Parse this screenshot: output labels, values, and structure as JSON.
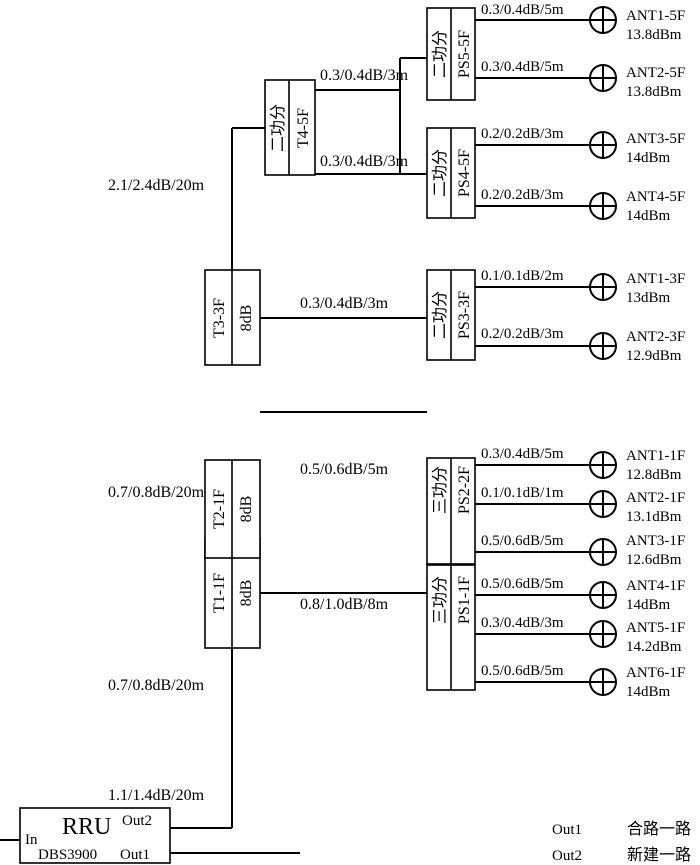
{
  "rru": {
    "name": "RRU",
    "model": "DBS3900",
    "in_port": "In",
    "out1_port": "Out1",
    "out2_port": "Out2"
  },
  "legend": [
    {
      "port": "Out1",
      "desc": "合路一路"
    },
    {
      "port": "Out2",
      "desc": "新建一路"
    }
  ],
  "trunk_losses": [
    "1.1/1.4dB/20m",
    "0.7/0.8dB/20m",
    "0.7/0.8dB/20m",
    "2.1/2.4dB/20m"
  ],
  "couplers": [
    {
      "name": "T1-1F",
      "rating": "8dB"
    },
    {
      "name": "T2-1F",
      "rating": "8dB"
    },
    {
      "name": "T3-3F",
      "rating": "8dB"
    },
    {
      "name": "T4-5F",
      "rating": "二功分"
    }
  ],
  "branches": [
    {
      "loss": "0.8/1.0dB/8m"
    },
    {
      "loss": "0.5/0.6dB/5m"
    },
    {
      "loss": "0.3/0.4dB/3m"
    },
    {
      "loss": "0.3/0.4dB/3m"
    },
    {
      "loss": "0.3/0.4dB/3m"
    }
  ],
  "splitters": [
    {
      "name": "PS1-1F",
      "type": "三功分"
    },
    {
      "name": "PS2-2F",
      "type": "三功分"
    },
    {
      "name": "PS3-3F",
      "type": "二功分"
    },
    {
      "name": "PS4-5F",
      "type": "二功分"
    },
    {
      "name": "PS5-5F",
      "type": "二功分"
    }
  ],
  "antennas": [
    {
      "loss": "0.3/0.4dB/5m",
      "name": "ANT1-5F",
      "power": "13.8dBm"
    },
    {
      "loss": "0.3/0.4dB/5m",
      "name": "ANT2-5F",
      "power": "13.8dBm"
    },
    {
      "loss": "0.2/0.2dB/3m",
      "name": "ANT3-5F",
      "power": "14dBm"
    },
    {
      "loss": "0.2/0.2dB/3m",
      "name": "ANT4-5F",
      "power": "14dBm"
    },
    {
      "loss": "0.1/0.1dB/2m",
      "name": "ANT1-3F",
      "power": "13dBm"
    },
    {
      "loss": "0.2/0.2dB/3m",
      "name": "ANT2-3F",
      "power": "12.9dBm"
    },
    {
      "loss": "0.3/0.4dB/5m",
      "name": "ANT1-1F",
      "power": "12.8dBm"
    },
    {
      "loss": "0.1/0.1dB/1m",
      "name": "ANT2-1F",
      "power": "13.1dBm"
    },
    {
      "loss": "0.5/0.6dB/5m",
      "name": "ANT3-1F",
      "power": "12.6dBm"
    },
    {
      "loss": "0.5/0.6dB/5m",
      "name": "ANT4-1F",
      "power": "14dBm"
    },
    {
      "loss": "0.3/0.4dB/3m",
      "name": "ANT5-1F",
      "power": "14.2dBm"
    },
    {
      "loss": "0.5/0.6dB/5m",
      "name": "ANT6-1F",
      "power": "14dBm"
    }
  ]
}
